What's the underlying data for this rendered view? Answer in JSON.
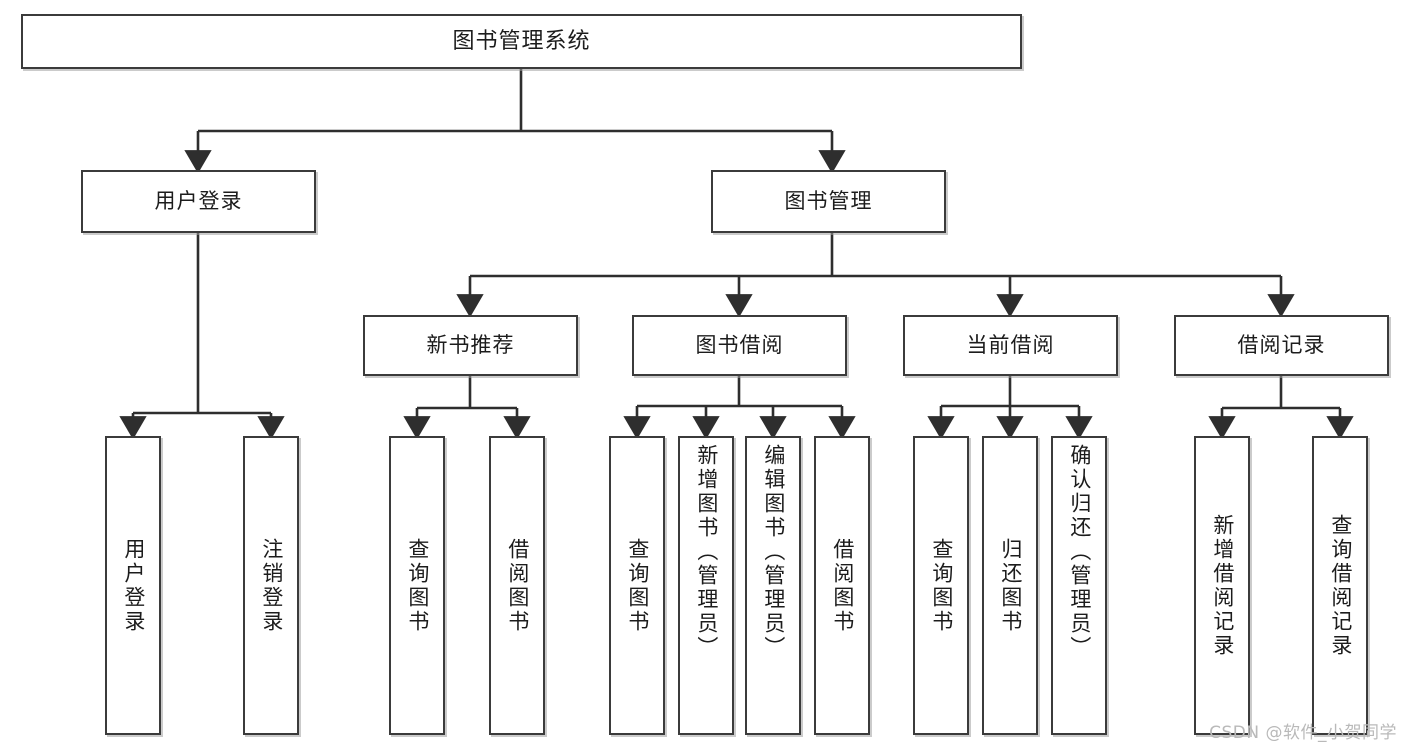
{
  "diagram": {
    "title": "图书管理系统",
    "type": "tree",
    "root": {
      "label": "图书管理系统"
    },
    "level2": [
      {
        "label": "用户登录"
      },
      {
        "label": "图书管理"
      }
    ],
    "level3": [
      {
        "label": "新书推荐"
      },
      {
        "label": "图书借阅"
      },
      {
        "label": "当前借阅"
      },
      {
        "label": "借阅记录"
      }
    ],
    "leaves": {
      "user_login": [
        {
          "label": "用户登录"
        },
        {
          "label": "注销登录"
        }
      ],
      "new_book_recommend": [
        {
          "label": "查询图书"
        },
        {
          "label": "借阅图书"
        }
      ],
      "book_borrow": [
        {
          "label": "查询图书"
        },
        {
          "label": "新增图书（管理员）"
        },
        {
          "label": "编辑图书（管理员）"
        },
        {
          "label": "借阅图书"
        }
      ],
      "current_borrow": [
        {
          "label": "查询图书"
        },
        {
          "label": "归还图书"
        },
        {
          "label": "确认归还（管理员）"
        }
      ],
      "borrow_record": [
        {
          "label": "新增借阅记录"
        },
        {
          "label": "查询借阅记录"
        }
      ]
    }
  },
  "watermark": {
    "text": "CSDN @软件_小贺同学"
  },
  "colors": {
    "border": "#3b3b3b",
    "background": "#ffffff",
    "text": "#1c1c1c",
    "connector": "#2e2e2e",
    "watermark": "#b9b9b9"
  }
}
